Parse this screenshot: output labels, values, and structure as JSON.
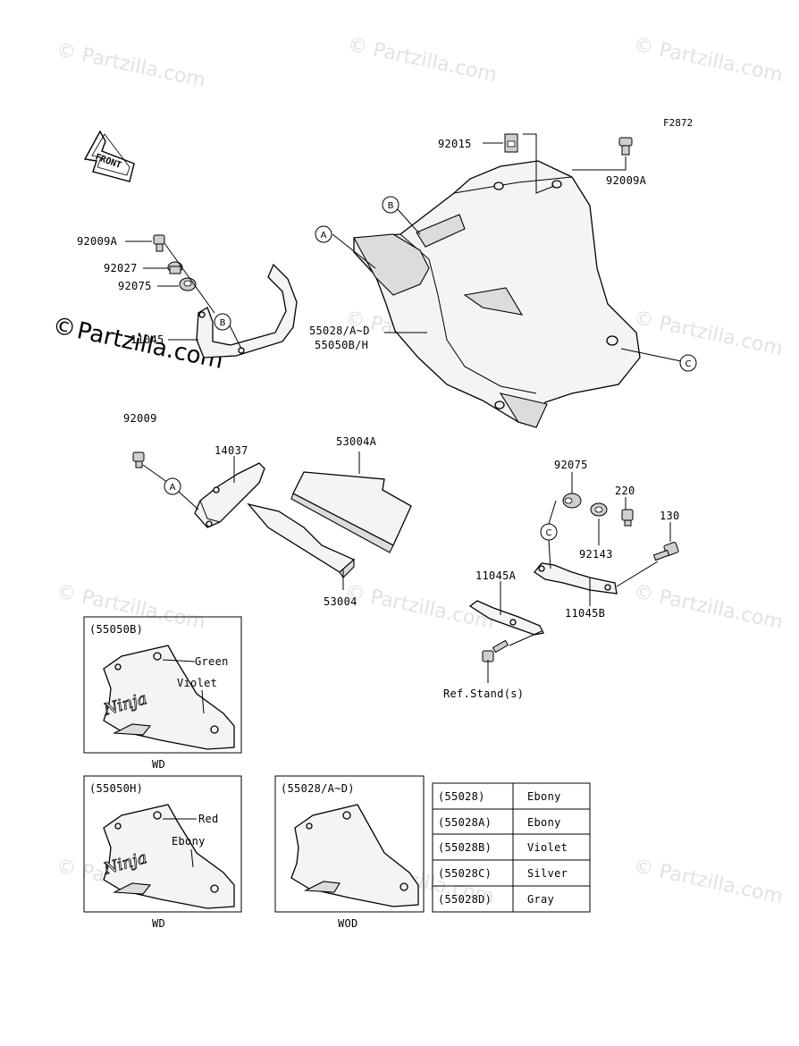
{
  "watermark": {
    "text": "© Partzilla.com",
    "main_text_copyright": "©",
    "main_text": "Partzilla.com"
  },
  "figure_code": "F2872",
  "front_label": "FRONT",
  "part_numbers": {
    "p92015": "92015",
    "p92009A_right": "92009A",
    "p92009A_left": "92009A",
    "p92027": "92027",
    "p92075_left": "92075",
    "p11045": "11045",
    "p55028": "55028/A~D",
    "p55050": "55050B/H",
    "p92009": "92009",
    "p14037": "14037",
    "p53004A": "53004A",
    "p53004": "53004",
    "p92075_right": "92075",
    "p220": "220",
    "p130": "130",
    "p92143": "92143",
    "p11045A": "11045A",
    "p11045B": "11045B",
    "ref_stand": "Ref.Stand(s)"
  },
  "callouts": {
    "a": "A",
    "b": "B",
    "c": "C"
  },
  "variant_boxes": [
    {
      "code": "(55050B)",
      "labels": [
        "Green",
        "Violet"
      ],
      "footer": "WD",
      "logo": "Ninja"
    },
    {
      "code": "(55050H)",
      "labels": [
        "Red",
        "Ebony"
      ],
      "footer": "WD",
      "logo": "Ninja"
    },
    {
      "code": "(55028/A~D)",
      "labels": [],
      "footer": "WOD"
    }
  ],
  "color_table": {
    "rows": [
      {
        "code": "(55028)",
        "color": "Ebony"
      },
      {
        "code": "(55028A)",
        "color": "Ebony"
      },
      {
        "code": "(55028B)",
        "color": "Violet"
      },
      {
        "code": "(55028C)",
        "color": "Silver"
      },
      {
        "code": "(55028D)",
        "color": "Gray"
      }
    ]
  }
}
